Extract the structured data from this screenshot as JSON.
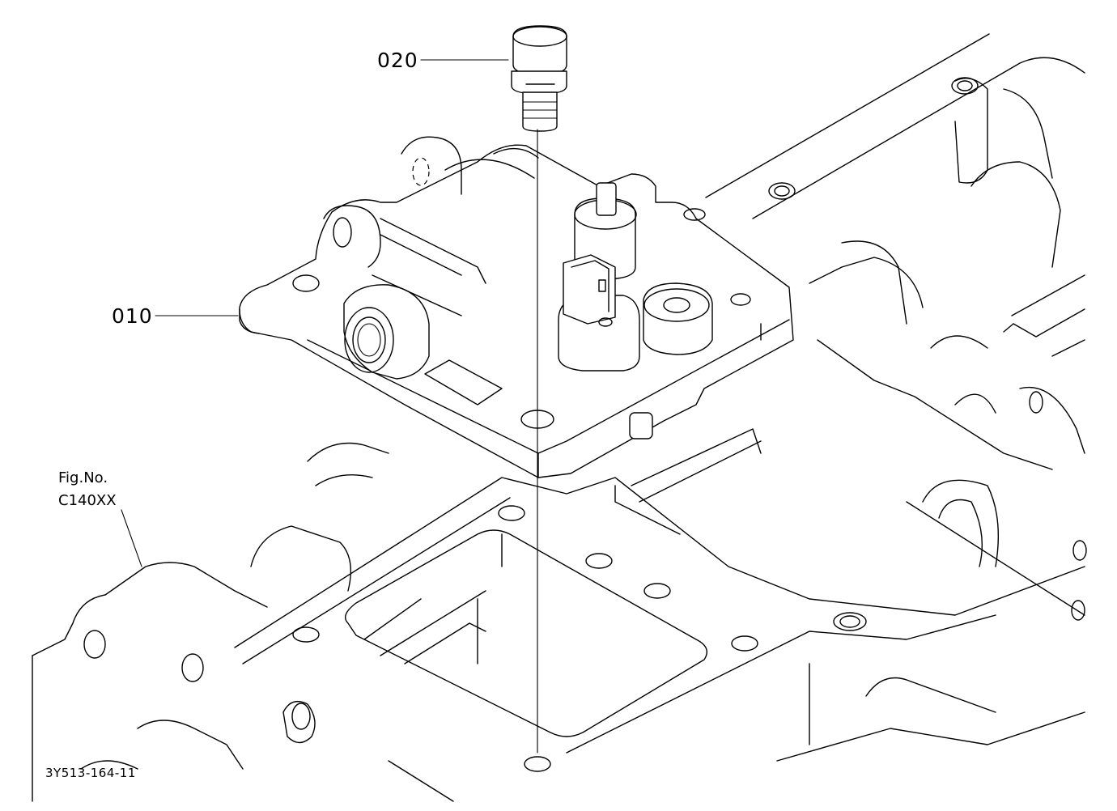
{
  "callouts": {
    "part_020": "020",
    "part_010": "010"
  },
  "figure": {
    "fig_label": "Fig.No.",
    "fig_number": "C140XX"
  },
  "drawing_code": "3Y513-164-11",
  "colors": {
    "line": "#000000",
    "background": "#ffffff"
  }
}
